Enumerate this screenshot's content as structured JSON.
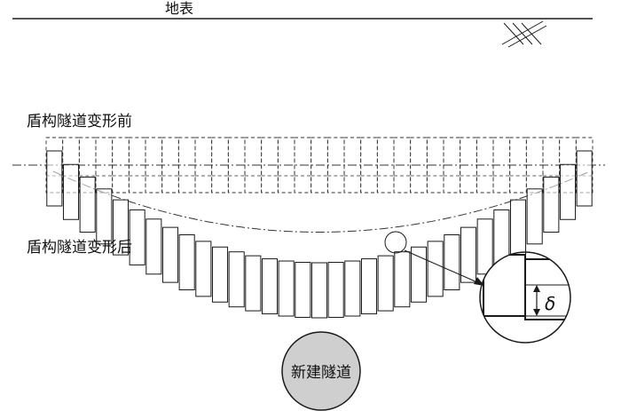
{
  "surface_label": "地表",
  "before_label": "盾构隧道变形前",
  "after_label": "盾构隧道变形后",
  "new_tunnel_label": "新建隧道",
  "delta_symbol": "δ",
  "colors": {
    "stroke": "#1a1a1a",
    "dashed": "#333333",
    "new_tunnel_fill": "#cfcfcf"
  },
  "segments": {
    "count": 33
  }
}
